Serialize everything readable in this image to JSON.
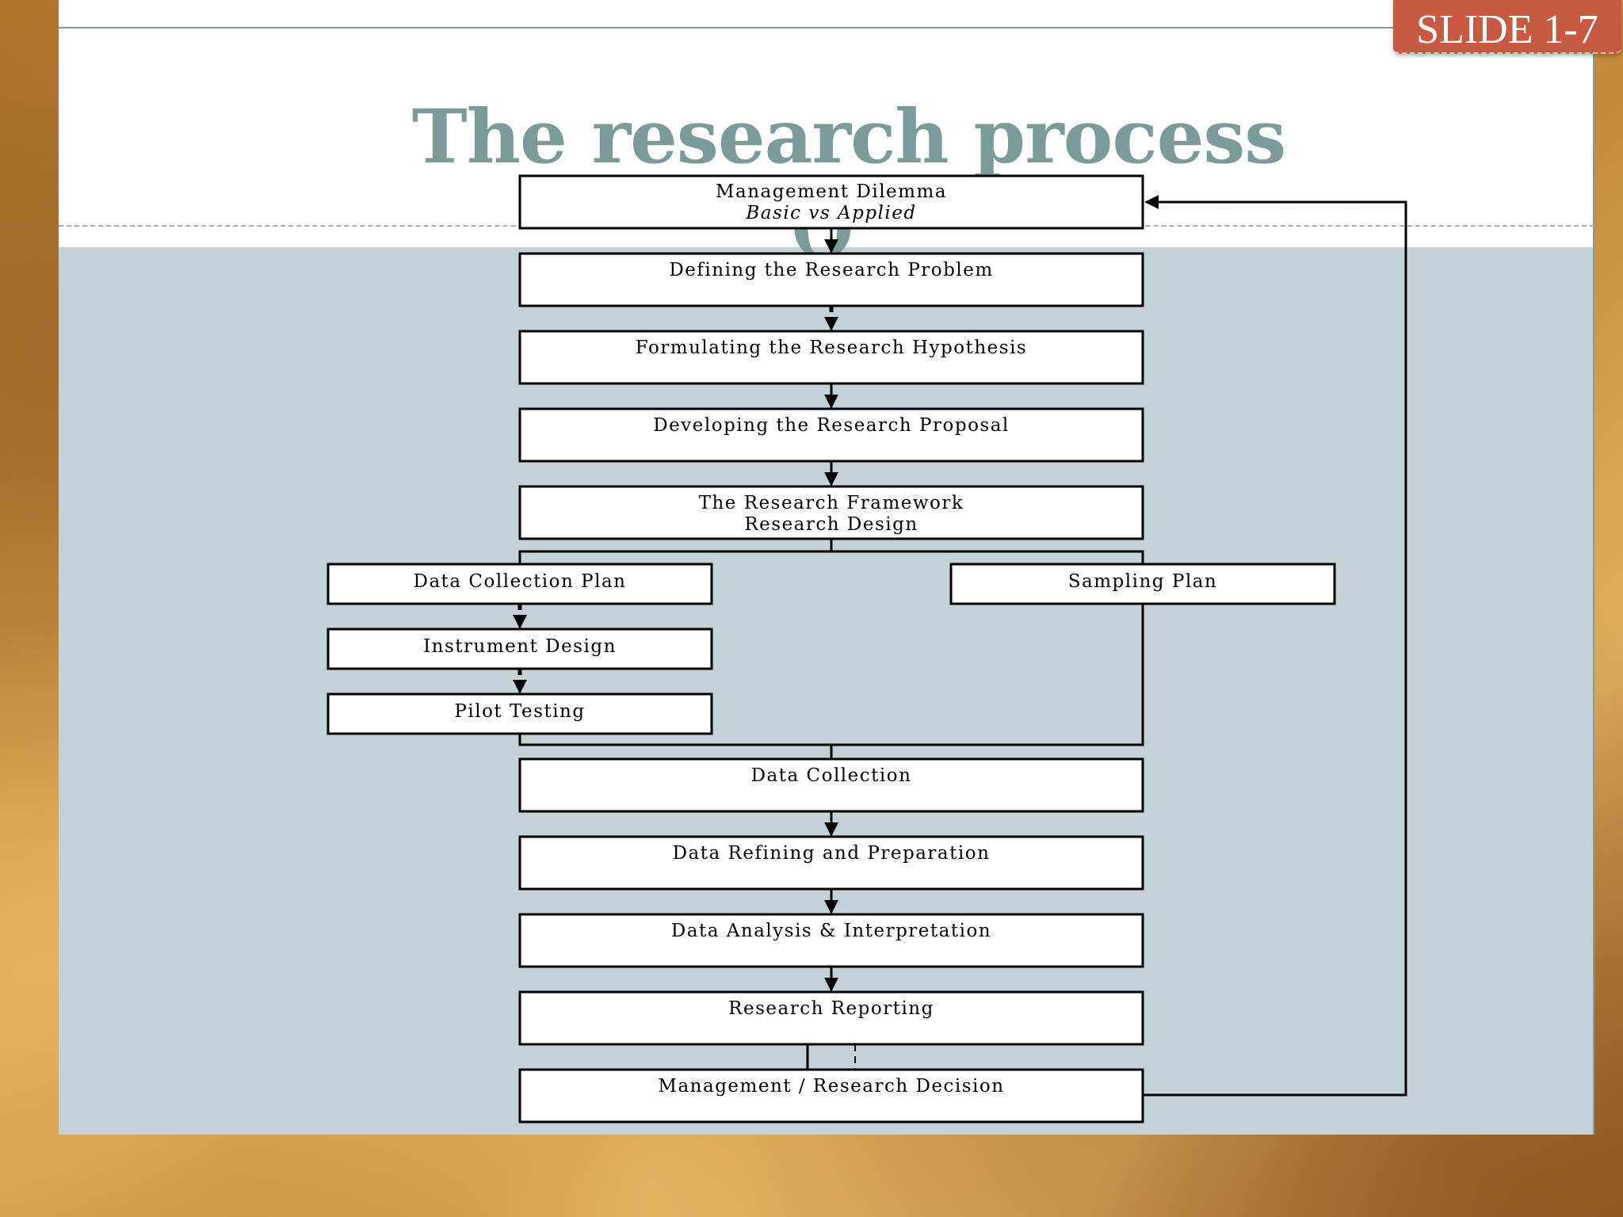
{
  "slide": {
    "badge": "SLIDE 1-7",
    "title": "The research process",
    "title_overflow": "()"
  },
  "diagram": {
    "nodes": [
      {
        "id": "management-dilemma",
        "label": "Management Dilemma",
        "sublabel": "Basic vs Applied"
      },
      {
        "id": "defining-problem",
        "label": "Defining the Research Problem"
      },
      {
        "id": "formulating-hypothesis",
        "label": "Formulating the Research Hypothesis"
      },
      {
        "id": "developing-proposal",
        "label": "Developing the Research Proposal"
      },
      {
        "id": "research-framework",
        "label": "The Research Framework",
        "sublabel": "Research Design"
      },
      {
        "id": "data-collection-plan",
        "label": "Data Collection Plan"
      },
      {
        "id": "sampling-plan",
        "label": "Sampling Plan"
      },
      {
        "id": "instrument-design",
        "label": "Instrument Design"
      },
      {
        "id": "pilot-testing",
        "label": "Pilot Testing"
      },
      {
        "id": "data-collection",
        "label": "Data Collection"
      },
      {
        "id": "data-refining",
        "label": "Data Refining and Preparation"
      },
      {
        "id": "data-analysis",
        "label": "Data Analysis & Interpretation"
      },
      {
        "id": "research-reporting",
        "label": "Research Reporting"
      },
      {
        "id": "management-decision",
        "label": "Management / Research Decision"
      }
    ],
    "edges": [
      {
        "from": "management-dilemma",
        "to": "defining-problem",
        "style": "solid"
      },
      {
        "from": "defining-problem",
        "to": "formulating-hypothesis",
        "style": "dashed"
      },
      {
        "from": "formulating-hypothesis",
        "to": "developing-proposal",
        "style": "solid"
      },
      {
        "from": "developing-proposal",
        "to": "research-framework",
        "style": "solid"
      },
      {
        "from": "research-framework",
        "to": "data-collection-plan",
        "style": "solid"
      },
      {
        "from": "research-framework",
        "to": "sampling-plan",
        "style": "solid"
      },
      {
        "from": "data-collection-plan",
        "to": "instrument-design",
        "style": "dashed"
      },
      {
        "from": "instrument-design",
        "to": "pilot-testing",
        "style": "dashed"
      },
      {
        "from": "pilot-testing",
        "to": "data-collection",
        "style": "solid"
      },
      {
        "from": "sampling-plan",
        "to": "data-collection",
        "style": "solid"
      },
      {
        "from": "data-collection",
        "to": "data-refining",
        "style": "solid"
      },
      {
        "from": "data-refining",
        "to": "data-analysis",
        "style": "solid"
      },
      {
        "from": "data-analysis",
        "to": "research-reporting",
        "style": "solid"
      },
      {
        "from": "research-reporting",
        "to": "management-decision",
        "style": "solid+dashed"
      },
      {
        "from": "management-decision",
        "to": "management-dilemma",
        "style": "feedback"
      }
    ]
  }
}
